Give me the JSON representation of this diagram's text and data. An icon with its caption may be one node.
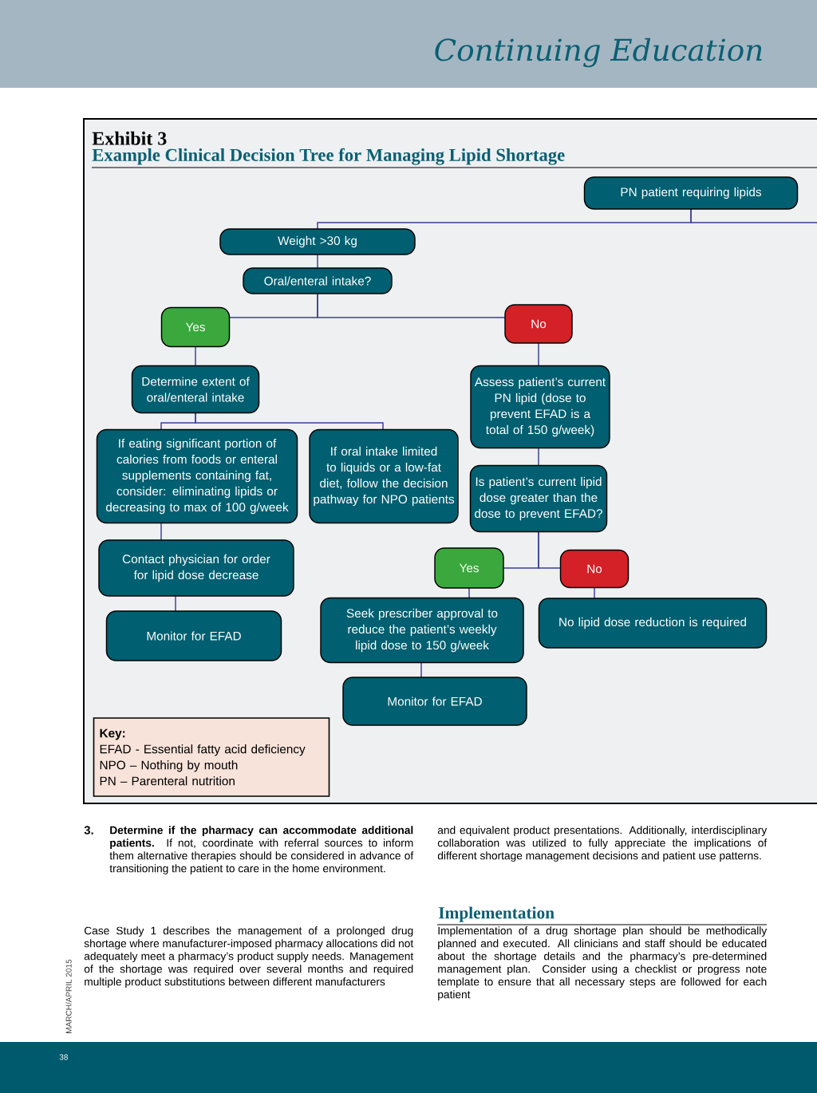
{
  "diagram": {
    "title": "Example Clinical Decision Tree for Managing Lipid Shortage",
    "nodes": [
      {
        "text": [
          "PN patient requiring lipids"
        ]
      },
      {
        "text": [
          "Weight >30 kg"
        ]
      },
      {
        "text": [
          "Oral/enteral intake?"
        ]
      },
      {
        "text": [
          "Yes"
        ]
      },
      {
        "text": [
          "No"
        ]
      },
      {
        "text": [
          "Determine extent of oral/enteral intake"
        ]
      },
      {
        "text": [
          "If eating significant portion of calories from foods or enteral supplements containing fat, consider: eliminating lipids or decreasing to max of 100 g/week"
        ]
      },
      {
        "text": [
          "If oral intake limited to liquids or a low-fat diet, follow the decision pathway for NPO patients"
        ]
      },
      {
        "text": [
          "Contact physician for order for lipid dose decrease"
        ]
      },
      {
        "text": [
          "Monitor for EFAD"
        ]
      },
      {
        "text": [
          "Assess patient’s current PN lipid (dose to prevent EFAD is a total of 150 g/week)"
        ]
      },
      {
        "text": [
          "Is patient’s current lipid dose greater than the dose to prevent EFAD?"
        ]
      },
      {
        "text": [
          "Yes"
        ]
      },
      {
        "text": [
          "No"
        ]
      },
      {
        "text": [
          "Seek prescriber approval to reduce the patient’s weekly lipid dose to 150 g/week"
        ]
      },
      {
        "text": [
          "No lipid dose reduction is required"
        ]
      },
      {
        "text": [
          "Monitor for EFAD"
        ]
      },
      {
        "text": [
          "Key:",
          "EFAD - Essential fatty acid deficiency",
          "NPO – Nothing by mouth",
          "PN – Parenteral nutrition"
        ]
      }
    ],
    "edges": [
      {
        "from": 0,
        "to": 1,
        "arrow": "none"
      },
      {
        "from": 0,
        "to": null,
        "arrow": "none"
      },
      {
        "from": 1,
        "to": 2,
        "arrow": "none"
      },
      {
        "from": 2,
        "to": 3,
        "arrow": "none"
      },
      {
        "from": 2,
        "to": 4,
        "arrow": "none"
      },
      {
        "from": 3,
        "to": 5,
        "arrow": "none"
      },
      {
        "from": 5,
        "to": 6,
        "arrow": "none"
      },
      {
        "from": 5,
        "to": 7,
        "arrow": "none"
      },
      {
        "from": 6,
        "to": 8,
        "arrow": "none"
      },
      {
        "from": 8,
        "to": 9,
        "arrow": "none"
      },
      {
        "from": 4,
        "to": 10,
        "arrow": "none"
      },
      {
        "from": 10,
        "to": 11,
        "arrow": "none"
      },
      {
        "from": 11,
        "to": 12,
        "arrow": "none"
      },
      {
        "from": 11,
        "to": 13,
        "arrow": "none"
      },
      {
        "from": 12,
        "to": 14,
        "arrow": "none"
      },
      {
        "from": 13,
        "to": 15,
        "arrow": "none"
      },
      {
        "from": 14,
        "to": 16,
        "arrow": "none"
      }
    ],
    "labels": [
      "Continuing Education",
      "Exhibit 3",
      "3.",
      "**Determine if the pharmacy can accommodate additional patients.** If not, coordinate with referral sources to inform them alternative therapies should be considered in advance of transitioning the patient to care in the home environment.",
      "Case Study 1 describes the management of a prolonged drug shortage where manufacturer-imposed pharmacy allocations did not adequately meet a pharmacy’s product supply needs. Management of the shortage was required over several months and required multiple product substitutions between different manufacturers",
      "and equivalent product presentations. Additionally, interdisciplinary collaboration was utilized to fully appreciate the implications of different shortage management decisions and patient use patterns.",
      "Implementation",
      "Implementation of a drug shortage plan should be methodically planned and executed. All clinicians and staff should be educated about the shortage details and the pharmacy’s pre-determined management plan. Consider using a checklist or progress note template to ensure that all necessary steps are followed for each patient",
      "MARCH/APRIL 2015",
      "38"
    ]
  }
}
